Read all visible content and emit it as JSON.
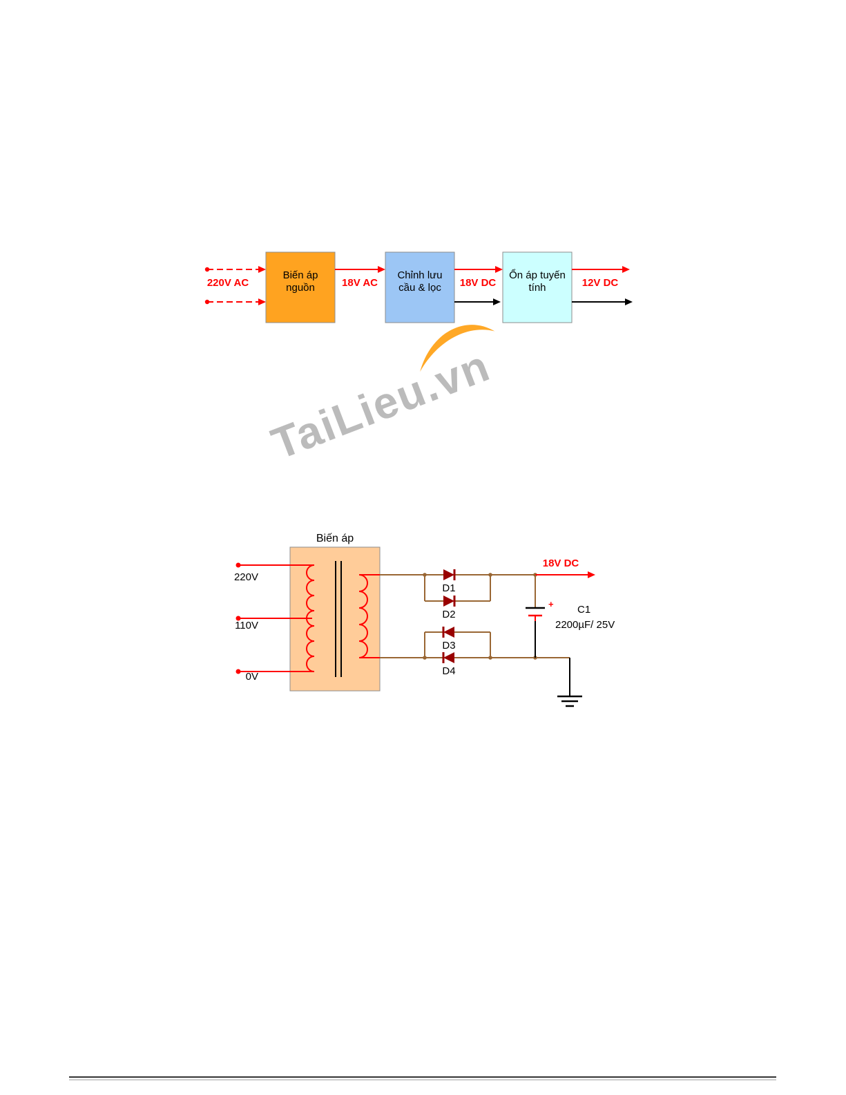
{
  "colors": {
    "signal_red": "#FF0000",
    "wire_brown": "#996633",
    "diode_dark_red": "#990000",
    "black": "#000000",
    "block1_fill": "#FFA320",
    "block2_fill": "#9CC6F5",
    "block3_fill": "#CCFFFF",
    "transformer_fill": "#FFCC99",
    "watermark_gray": "#B4B4B4",
    "swoosh_orange": "#FF9900"
  },
  "block_diagram": {
    "input_label": "220V AC",
    "block1_line1": "Biến áp",
    "block1_line2": "nguồn",
    "signal1": "18V AC",
    "block2_line1": "Chỉnh lưu",
    "block2_line2": "cầu & lọc",
    "signal2": "18V DC",
    "block3_line1": "Ổn áp tuyến",
    "block3_line2": "tính",
    "output_label": "12V DC"
  },
  "watermark": "TaiLieu.vn",
  "circuit": {
    "title": "Biến áp",
    "tap_220": "220V",
    "tap_110": "110V",
    "tap_0": "0V",
    "d1": "D1",
    "d2": "D2",
    "d3": "D3",
    "d4": "D4",
    "output_label": "18V DC",
    "cap_plus": "+",
    "cap_name": "C1",
    "cap_value": "2200µF/ 25V"
  }
}
